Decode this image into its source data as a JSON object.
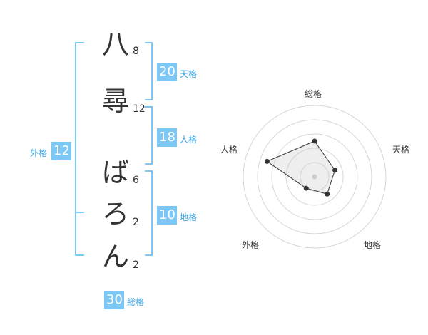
{
  "name_chars": [
    {
      "char": "八",
      "strokes": "8"
    },
    {
      "char": "尋",
      "strokes": "12"
    },
    {
      "char": "ば",
      "strokes": "6"
    },
    {
      "char": "ろ",
      "strokes": "2"
    },
    {
      "char": "ん",
      "strokes": "2"
    }
  ],
  "fortune": {
    "tenkaku": {
      "value": "20",
      "label": "天格"
    },
    "jinkaku": {
      "value": "18",
      "label": "人格"
    },
    "chikaku": {
      "value": "10",
      "label": "地格"
    },
    "gaikaku": {
      "value": "12",
      "label": "外格"
    },
    "soukaku": {
      "value": "30",
      "label": "総格"
    }
  },
  "colors": {
    "accent": "#7cc7f3",
    "label": "#3aa7e8",
    "bracket": "#7cc7f3"
  },
  "chart_data": {
    "type": "radar",
    "axes": [
      "総格",
      "天格",
      "地格",
      "外格",
      "人格"
    ],
    "values": [
      2.5,
      1.5,
      1.5,
      1.0,
      3.5
    ],
    "rmax": 5
  }
}
